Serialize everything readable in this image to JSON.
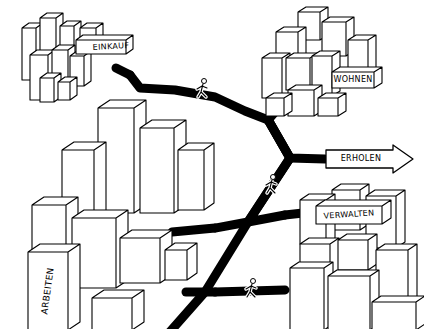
{
  "diagram": {
    "nodes": [
      {
        "text": [
          "EINKAUF"
        ]
      },
      {
        "text": [
          "WOHNEN"
        ]
      },
      {
        "text": [
          "ERHOLEN"
        ]
      },
      {
        "text": [
          "ARBEITEN"
        ]
      },
      {
        "text": [
          "VERWALTEN"
        ]
      }
    ],
    "edges": [
      {
        "from": 0,
        "to": 1,
        "arrow": "none"
      },
      {
        "from": 1,
        "to": 2,
        "arrow": "none"
      },
      {
        "from": 1,
        "to": 3,
        "arrow": "none"
      },
      {
        "from": 1,
        "to": 4,
        "arrow": "none"
      },
      {
        "from": 3,
        "to": 4,
        "arrow": "none"
      }
    ]
  }
}
